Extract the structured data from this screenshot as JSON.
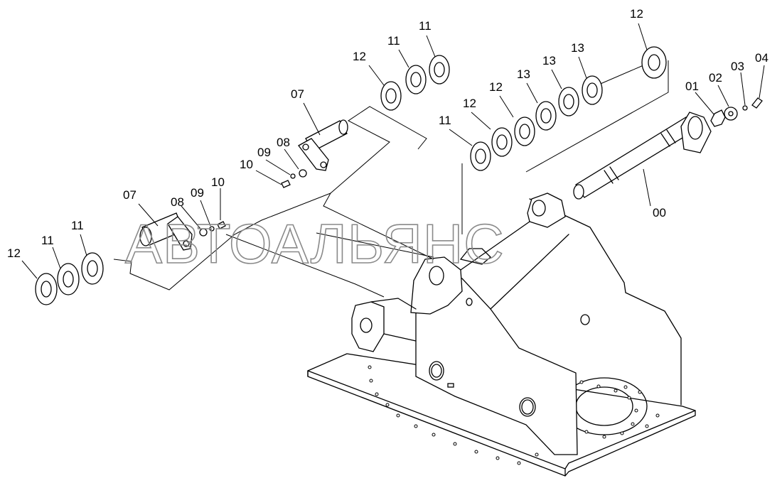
{
  "watermark": "АВТОАЛЬЯНС",
  "callouts": {
    "c12_top_right": "12",
    "c11_a": "11",
    "c11_b": "11",
    "c12_mid": "12",
    "c13_a": "13",
    "c13_b": "13",
    "c13_c": "13",
    "c12_c": "12",
    "c12_d": "12",
    "c11_c": "11",
    "c07_top": "07",
    "c08_top": "08",
    "c09_top": "09",
    "c10_top": "10",
    "c01": "01",
    "c02": "02",
    "c03": "03",
    "c04": "04",
    "c00": "00",
    "c07_left": "07",
    "c08_left": "08",
    "c09_left": "09",
    "c10_left": "10",
    "c12_left": "12",
    "c11_left_a": "11",
    "c11_left_b": "11"
  }
}
